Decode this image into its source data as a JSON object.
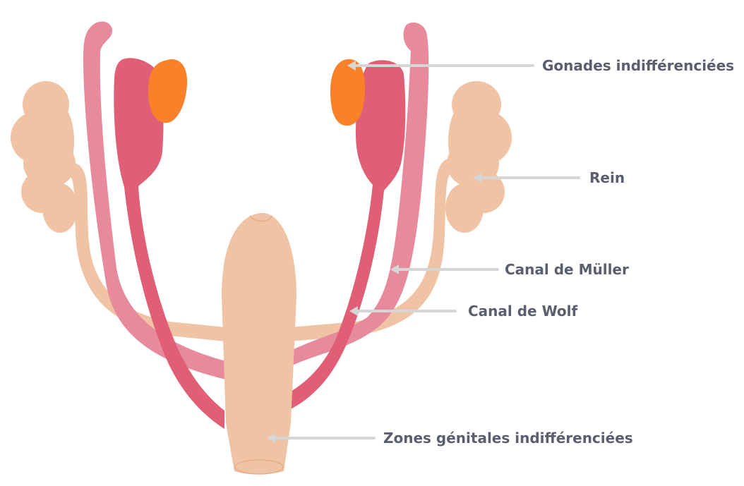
{
  "labels": {
    "gonades": "Gonades indifférenciées",
    "rein": "Rein",
    "canal_muller": "Canal de Müller",
    "canal_wolf": "Canal de Wolf",
    "zones_genitales": "Zones génitales indifférenciées"
  },
  "colors": {
    "kidney": "#efc3a4",
    "sinus": "#efc3a4",
    "wolf_duct": "#e05f77",
    "muller_duct": "#e78a9c",
    "gonad": "#f98129",
    "pointer": "#d6d6d6",
    "label_text": "#5a5e6e"
  }
}
